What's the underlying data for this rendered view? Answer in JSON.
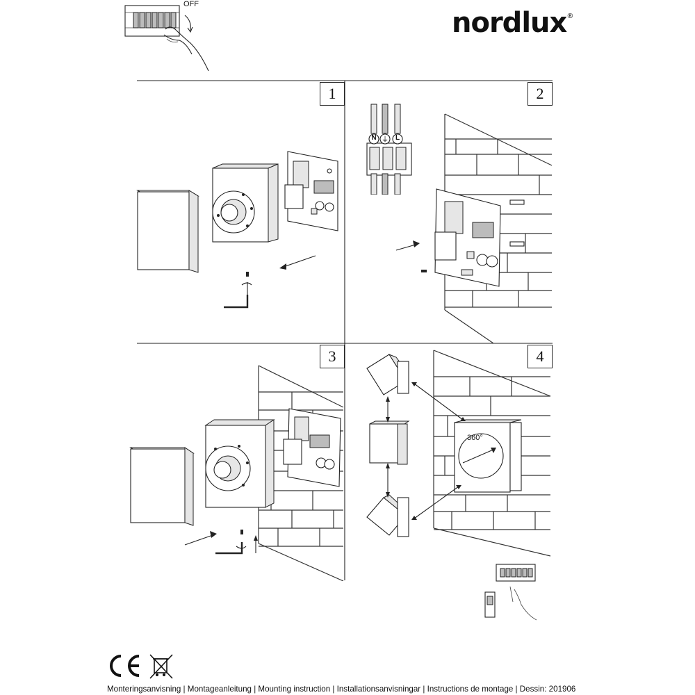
{
  "brand": {
    "name": "nordlux",
    "trademark": "®"
  },
  "power_off": {
    "label": "OFF"
  },
  "steps": [
    {
      "number": "1"
    },
    {
      "number": "2"
    },
    {
      "number": "3"
    },
    {
      "number": "4"
    }
  ],
  "wiring": {
    "terminals": [
      "N",
      "⏚",
      "L"
    ]
  },
  "rotation": {
    "label": "360°"
  },
  "certification": {
    "marks": [
      "CE",
      "WEEE"
    ]
  },
  "footer": {
    "text": "Monteringsanvisning | Montageanleitung | Mounting instruction | Installationsanvisningar | Instructions de montage | Dessin: 201906"
  }
}
